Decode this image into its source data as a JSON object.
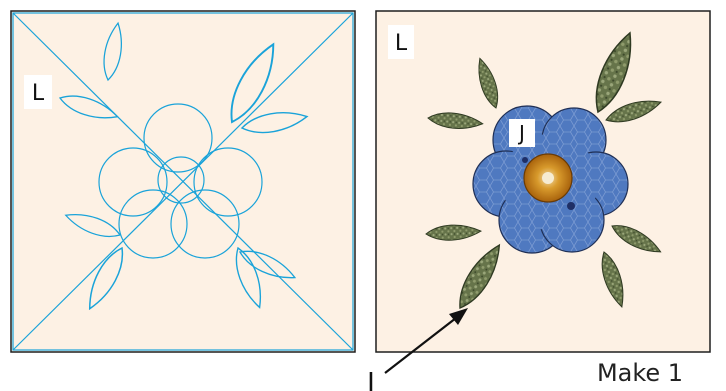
{
  "panels": {
    "left": {
      "label": "L"
    },
    "right": {
      "label": "L",
      "flower_label": "J"
    }
  },
  "callout": {
    "label": "I"
  },
  "caption": "Make 1",
  "colors": {
    "background_fabric": "#fdf1e4",
    "frame": "#1f1f1f",
    "pattern_line": "#1aa3d9",
    "flower_fill": "#4f79c0",
    "flower_center": "#c27a12",
    "leaf_fill": "#6e7d4e",
    "leaf_stroke": "#2f3a22"
  },
  "icons": [
    "flower-outline-icon",
    "leaf-applique-icon",
    "pointer-arrow-icon"
  ]
}
